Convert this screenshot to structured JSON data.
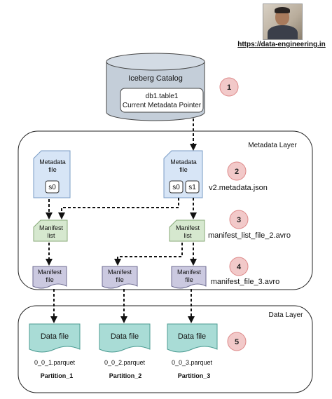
{
  "header": {
    "url": "https://data-engineering.in",
    "photo_icon": "author-portrait"
  },
  "catalog": {
    "title": "Iceberg Catalog",
    "pointer_line1": "db1.table1",
    "pointer_line2": "Current Metadata Pointer",
    "step": "1"
  },
  "metadata_layer": {
    "title": "Metadata Layer",
    "file_a": {
      "line1": "Metadata",
      "line2": "file",
      "snapshots": [
        "s0"
      ]
    },
    "file_b": {
      "line1": "Metadata",
      "line2": "file",
      "snapshots": [
        "s0",
        "s1"
      ]
    },
    "step2": "2",
    "step2_label": "v2.metadata.json",
    "manifest_list_a": {
      "line1": "Manifest",
      "line2": "list"
    },
    "manifest_list_b": {
      "line1": "Manifest",
      "line2": "list"
    },
    "step3": "3",
    "step3_label": "manifest_list_file_2.avro",
    "manifest_files": [
      {
        "line1": "Manifest",
        "line2": "file"
      },
      {
        "line1": "Manifest",
        "line2": "file"
      },
      {
        "line1": "Manifest",
        "line2": "file"
      }
    ],
    "step4": "4",
    "step4_label": "manifest_file_3.avro"
  },
  "data_layer": {
    "title": "Data Layer",
    "files": [
      {
        "label": "Data file",
        "name": "0_0_1.parquet",
        "partition": "Partition_1"
      },
      {
        "label": "Data file",
        "name": "0_0_2.parquet",
        "partition": "Partition_2"
      },
      {
        "label": "Data file",
        "name": "0_0_3.parquet",
        "partition": "Partition_3"
      }
    ],
    "step5": "5"
  },
  "colors": {
    "catalog_fill": "#c4ced9",
    "metadata_file_fill": "#d7e5f6",
    "manifest_list_fill": "#d6e8cf",
    "manifest_file_fill": "#cbc9e0",
    "data_file_fill": "#a9dcd6",
    "step_badge_fill": "#f2c9c9"
  }
}
